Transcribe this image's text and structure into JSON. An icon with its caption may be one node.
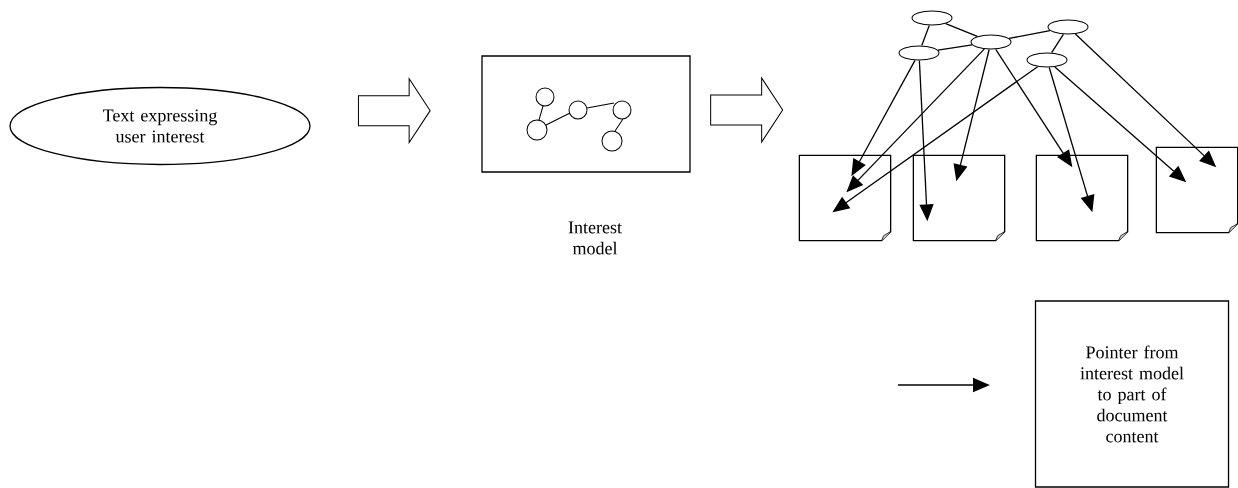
{
  "diagram": {
    "nodes": [
      {
        "text": [
          "Text expressing user interest"
        ]
      },
      {
        "text": [],
        "shape": "box",
        "beside": [
          "Interest model"
        ]
      },
      {
        "text": [],
        "shape": "ellipse"
      },
      {
        "text": [],
        "shape": "ellipse"
      },
      {
        "text": [],
        "shape": "ellipse"
      },
      {
        "text": [],
        "shape": "ellipse"
      },
      {
        "text": [],
        "shape": "ellipse"
      },
      {
        "text": [],
        "shape": "document"
      },
      {
        "text": [],
        "shape": "document"
      },
      {
        "text": [],
        "shape": "document"
      },
      {
        "text": [],
        "shape": "document"
      }
    ],
    "edges": [
      {
        "from": 0,
        "to": 1,
        "arrow": "to"
      },
      {
        "from": 1,
        "to": null,
        "arrow": "to"
      },
      {
        "from": 3,
        "to": 4,
        "arrow": "none"
      },
      {
        "from": 2,
        "to": 4,
        "arrow": "none"
      },
      {
        "from": 4,
        "to": 6,
        "arrow": "none"
      },
      {
        "from": 3,
        "to": 2,
        "arrow": "none"
      },
      {
        "from": 6,
        "to": 5,
        "arrow": "none"
      },
      {
        "from": 2,
        "to": 7,
        "arrow": "to"
      },
      {
        "from": 2,
        "to": 8,
        "arrow": "to"
      },
      {
        "from": 4,
        "to": 7,
        "arrow": "to"
      },
      {
        "from": 4,
        "to": 8,
        "arrow": "to"
      },
      {
        "from": 4,
        "to": 9,
        "arrow": "to"
      },
      {
        "from": 5,
        "to": 7,
        "arrow": "to"
      },
      {
        "from": 5,
        "to": 9,
        "arrow": "to"
      },
      {
        "from": 5,
        "to": 10,
        "arrow": "to"
      },
      {
        "from": 6,
        "to": 10,
        "arrow": "to"
      }
    ],
    "legend": [
      {
        "text": "Pointer from interest model to part of document content"
      }
    ]
  }
}
